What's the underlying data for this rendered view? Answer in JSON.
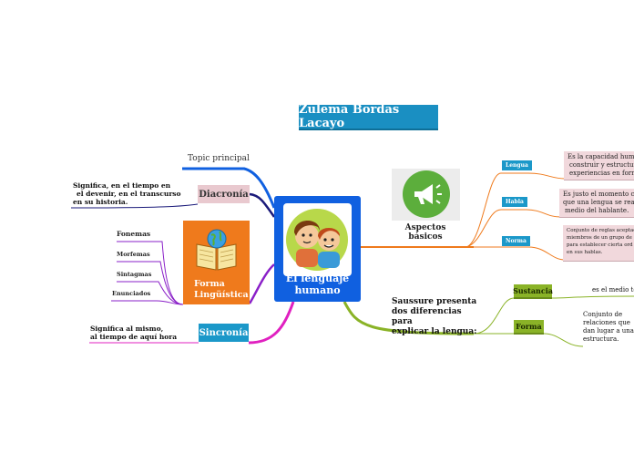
{
  "title": "Zulema Bordas Lacayo",
  "central": {
    "label_line1": "El lenguaje",
    "label_line2": "humano"
  },
  "left": {
    "topic_principal": "Topic principal",
    "diacronia": {
      "label": "Diacronía",
      "note_line1": "Significa, en el tiempo en",
      "note_line2": "el devenir, en el transcurso",
      "note_line3": "en su historia."
    },
    "forma_linguistica": {
      "label_line1": "Forma",
      "label_line2": "Lingüística",
      "items": [
        "Fonemas",
        "Morfemas",
        "Sintagmas",
        "Enunciados"
      ]
    },
    "sincronia": {
      "label": "Sincronía",
      "note_line1": "Significa al mismo,",
      "note_line2": "al tiempo de aquí hora"
    }
  },
  "right": {
    "aspectos": {
      "label_line1": "Aspectos",
      "label_line2": "básicos",
      "items": [
        {
          "chip": "Lengua",
          "text": [
            "Es la capacidad humana",
            "construir y estructurar",
            "experiencias en formas"
          ]
        },
        {
          "chip": "Habla",
          "text": [
            "Es justo el momento con",
            "que una lengua se realiz",
            "medio del hablante."
          ]
        },
        {
          "chip": "Norma",
          "text": [
            "Conjunto de reglas aceptad",
            "miembros de un grupo de",
            "para establecer cierta ord",
            "en sus hablas."
          ]
        }
      ]
    },
    "saussure": {
      "label_line1": "Saussure presenta",
      "label_line2": "dos diferencias para",
      "label_line3": "explicar la lengua:",
      "sustancia": {
        "chip": "Sustancia",
        "note": "es el medio tot"
      },
      "forma": {
        "chip": "Forma",
        "note": [
          "Conjunto de",
          "relaciones que",
          "dan lugar a una",
          "estructura."
        ]
      }
    }
  },
  "colors": {
    "central": "#1060e0",
    "title": "#1a8fc2",
    "orange": "#ef7a1c",
    "green": "#8ab327",
    "magenta": "#e020c0",
    "purple": "#8a20c8",
    "navy": "#1a1a7a"
  },
  "icons": [
    "children-image-icon",
    "megaphone-icon",
    "book-globe-icon"
  ]
}
